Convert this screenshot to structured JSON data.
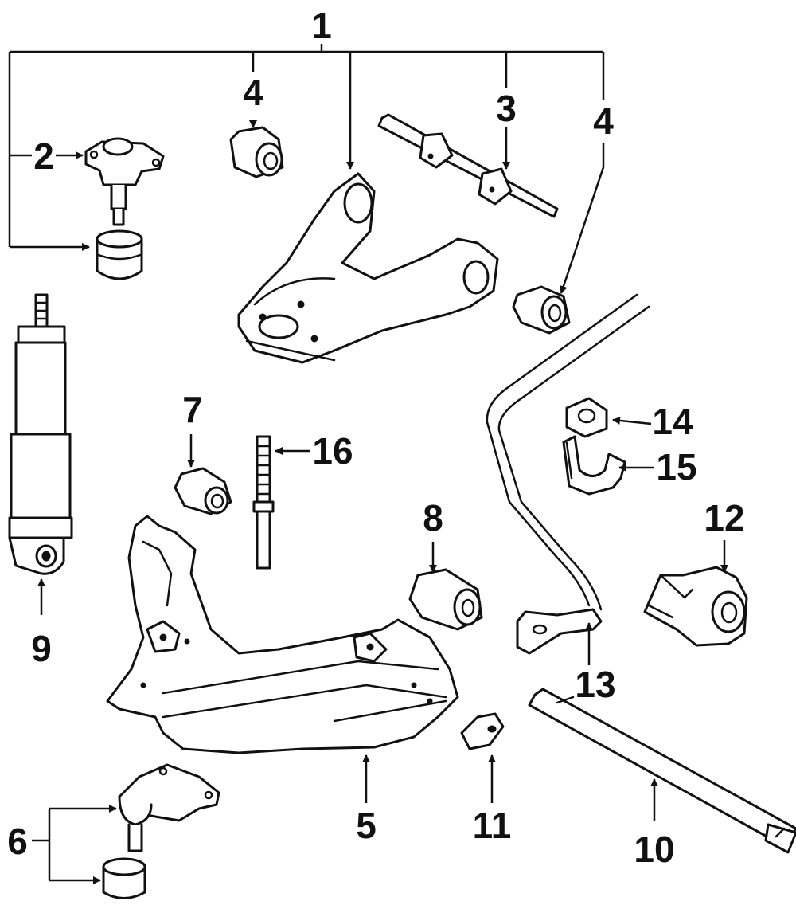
{
  "callouts": {
    "c1": "1",
    "c2": "2",
    "c3": "3",
    "c4a": "4",
    "c4b": "4",
    "c5": "5",
    "c6": "6",
    "c7": "7",
    "c8": "8",
    "c9": "9",
    "c10": "10",
    "c11": "11",
    "c12": "12",
    "c13": "13",
    "c14": "14",
    "c15": "15",
    "c16": "16"
  }
}
